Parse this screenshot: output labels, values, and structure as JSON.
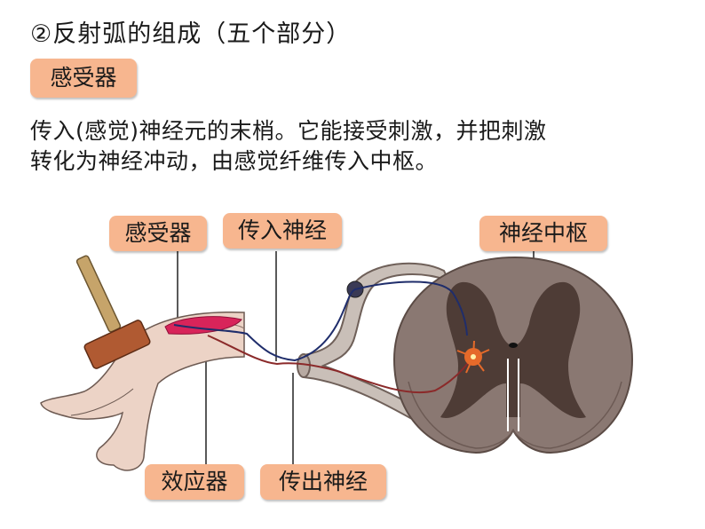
{
  "heading": "②反射弧的组成（五个部分）",
  "term": "感受器",
  "description": {
    "line1": "传入(感觉)神经元的末梢。它能接受刺激，并把刺激",
    "line2": "转化为神经冲动，由感觉纤维传入中枢。"
  },
  "diagram": {
    "labels": {
      "receptor": "感受器",
      "afferent_nerve": "传入神经",
      "nerve_center": "神经中枢",
      "effector": "效应器",
      "efferent_nerve": "传出神经"
    }
  },
  "colors": {
    "label_fill": "#f7b68f",
    "spinal_outer": "#8a7872",
    "spinal_gray_matter": "#4e3c36",
    "skin": "#ecd3c6",
    "hammer_head": "#b05a32",
    "hammer_handle": "#c6a46a",
    "receptor_highlight": "#d8245a",
    "neuron_highlight": "#e56a2a"
  }
}
